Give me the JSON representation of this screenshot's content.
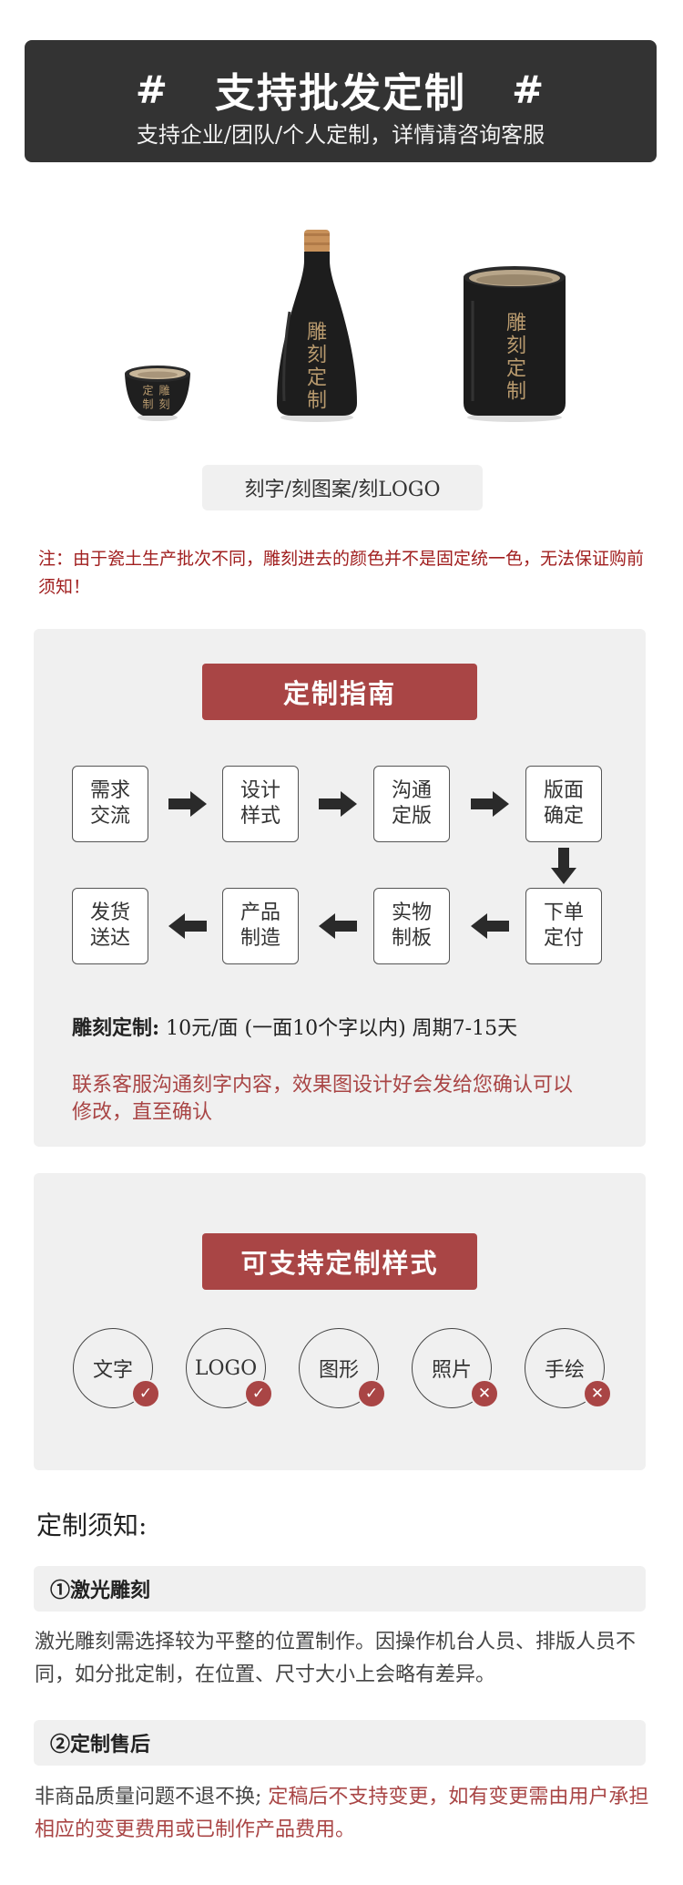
{
  "header": {
    "hash_left": "#",
    "title": "支持批发定制",
    "hash_right": "#",
    "subtitle": "支持企业/团队/个人定制，详情请咨询客服"
  },
  "products": {
    "cup_text": [
      "定制",
      "雕刻"
    ],
    "bottle_text": "雕刻定制",
    "mug_text": "雕刻定制"
  },
  "engrave_types": "刻字/刻图案/刻LOGO",
  "note": "注：由于瓷土生产批次不同，雕刻进去的颜色并不是固定统一色，无法保证购前须知！",
  "guide": {
    "title": "定制指南",
    "steps_row1": [
      "需求\n交流",
      "设计\n样式",
      "沟通\n定版",
      "版面\n确定"
    ],
    "steps_row2": [
      "发货\n送达",
      "产品\n制造",
      "实物\n制板",
      "下单\n定付"
    ],
    "carve_label": "雕刻定制:",
    "carve_detail": "10元/面 (一面10个字以内)  周期7-15天",
    "contact": "联系客服沟通刻字内容，效果图设计好会发给您确认可以修改，直至确认"
  },
  "styles": {
    "title": "可支持定制样式",
    "items": [
      {
        "label": "文字",
        "supported": true
      },
      {
        "label": "LOGO",
        "supported": true
      },
      {
        "label": "图形",
        "supported": true
      },
      {
        "label": "照片",
        "supported": false
      },
      {
        "label": "手绘",
        "supported": false
      }
    ],
    "yes_symbol": "✓",
    "no_symbol": "✕"
  },
  "notice": {
    "title": "定制须知:",
    "laser_heading": "①激光雕刻",
    "laser_text": "激光雕刻需选择较为平整的位置制作。因操作机台人员、排版人员不同，如分批定制，在位置、尺寸大小上会略有差异。",
    "after_heading": "②定制售后",
    "after_text_plain": "非商品质量问题不退不换;",
    "after_text_red": "定稿后不支持变更，如有变更需由用户承担相应的变更费用或已制作产品费用。"
  },
  "colors": {
    "banner_bg": "#333333",
    "accent_red": "#a94545",
    "panel_bg": "#f0f0f0",
    "note_red": "#a01e1e"
  }
}
